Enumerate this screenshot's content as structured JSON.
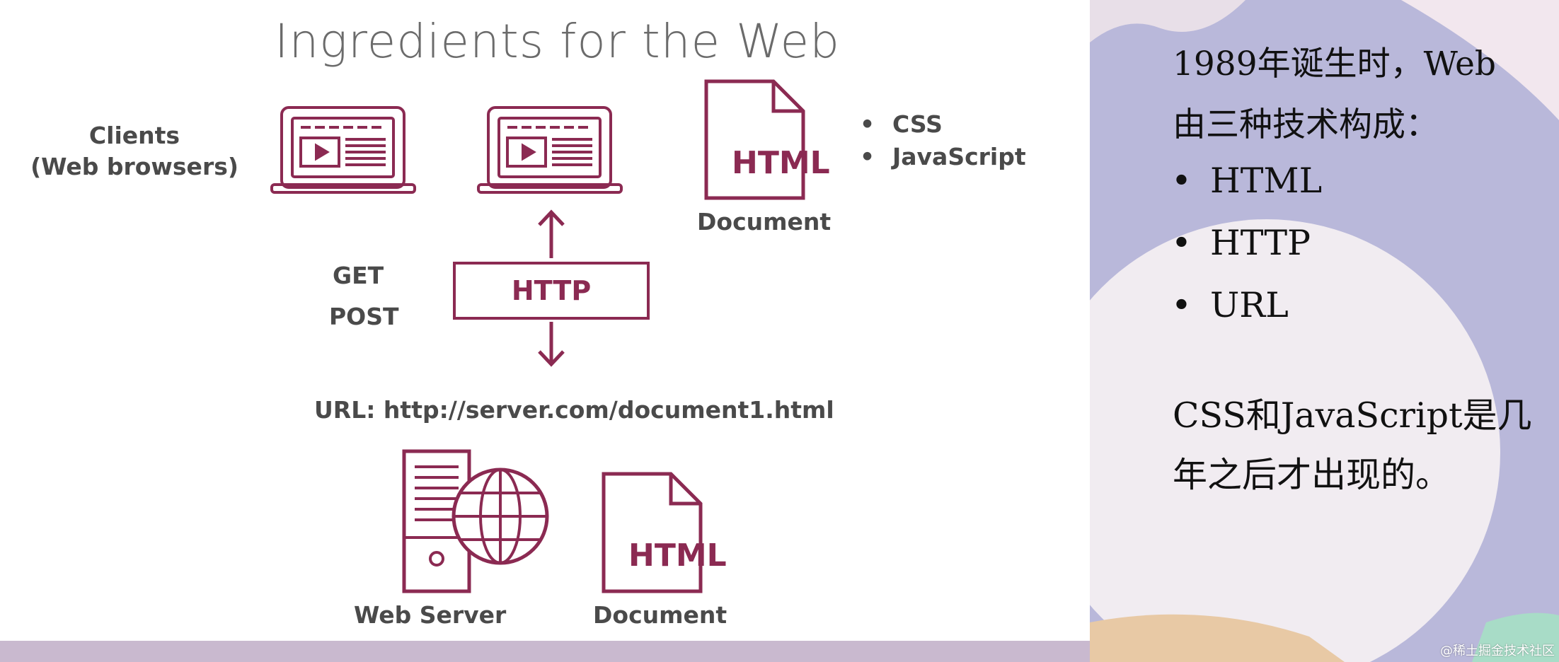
{
  "slide": {
    "title": "Ingredients for the Web",
    "clients_label_line1": "Clients",
    "clients_label_line2": "(Web browsers)",
    "bullets": [
      "CSS",
      "JavaScript"
    ],
    "bullet_glyph": "•",
    "doc_top_label": "Document",
    "html_glyph": "HTML",
    "method_get": "GET",
    "method_post": "POST",
    "http_label": "HTTP",
    "url_label": "URL: http://server.com/document1.html",
    "web_server_label": "Web Server",
    "doc_bottom_label": "Document",
    "accent_color": "#8b2a52"
  },
  "right_panel": {
    "intro_line1": "1989年诞生时，Web",
    "intro_line2": "由三种技术构成：",
    "items": [
      "HTML",
      "HTTP",
      "URL"
    ],
    "bullet_glyph": "•",
    "note_line1": "CSS和JavaScript是几",
    "note_line2": "年之后才出现的。"
  },
  "watermark": "@稀土掘金技术社区"
}
